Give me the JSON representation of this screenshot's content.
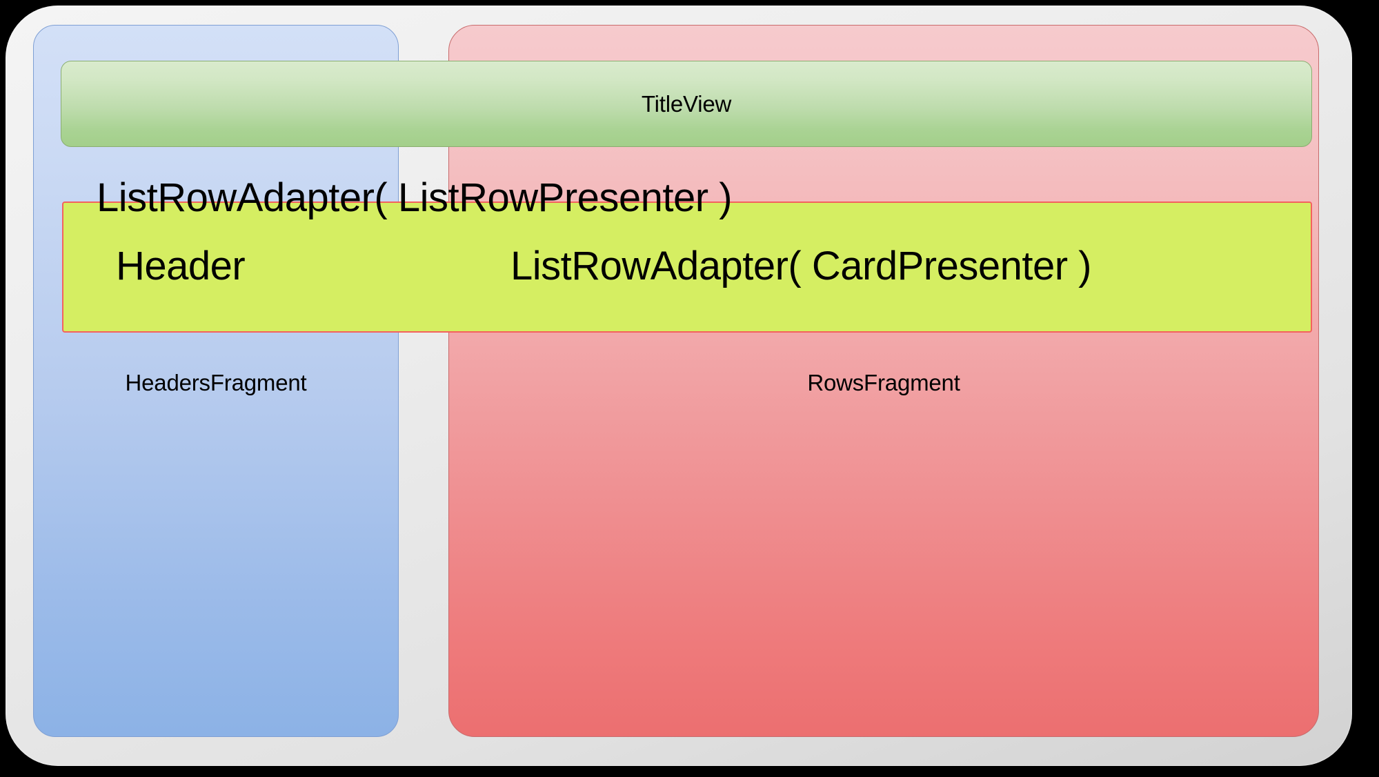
{
  "diagram": {
    "title": "Android Leanback BrowseFragment layout structure",
    "background_color": "#000000",
    "shell": {
      "name": "outer-container",
      "fill_color": "#ededed"
    },
    "panels": [
      {
        "id": "headers-fragment",
        "label": "HeadersFragment",
        "fill_top": "#d3e0f7",
        "fill_bottom": "#8cb2e6",
        "border_color": "#7e9fd4"
      },
      {
        "id": "rows-fragment",
        "label": "RowsFragment",
        "fill_top": "#f6cacd",
        "fill_bottom": "#ec6f70",
        "border_color": "#c86b6c"
      }
    ],
    "title_view": {
      "label": "TitleView",
      "fill_top": "#d9ebcd",
      "fill_bottom": "#a3cf8a",
      "border_color": "#8aae70"
    },
    "row_box": {
      "fill_color": "#d5ee62",
      "border_color": "#f4615e",
      "adapter_label": "ListRowAdapter( ListRowPresenter )",
      "header_label": "Header",
      "card_adapter_label": "ListRowAdapter( CardPresenter )"
    }
  }
}
